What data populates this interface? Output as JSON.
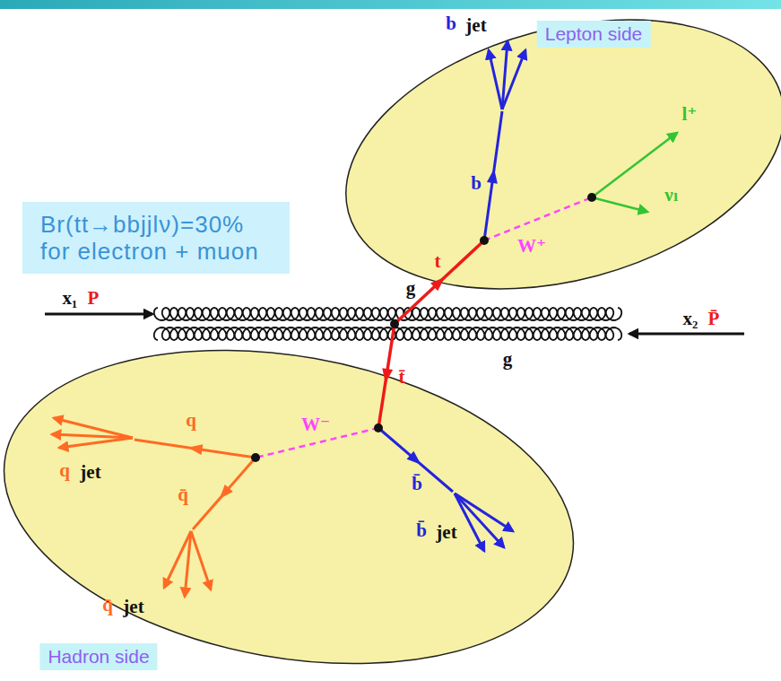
{
  "diagram": {
    "nodes": [
      {
        "text": [
          "Lepton side"
        ]
      },
      {
        "text": [
          "Br(tt→bbjjlν)=30% for electron + muon"
        ]
      },
      {
        "text": [
          "Hadron side"
        ]
      }
    ],
    "labels": [
      "b",
      "jet",
      "b",
      "l⁺",
      "νₗ",
      "W⁺",
      "t",
      "g",
      "x₁",
      "P",
      "g",
      "x₂",
      "P̄",
      "t̄",
      "W⁻",
      "q",
      "q",
      "jet",
      "q̄",
      "b̄",
      "b̄",
      "jet",
      "q̄",
      "jet"
    ]
  }
}
